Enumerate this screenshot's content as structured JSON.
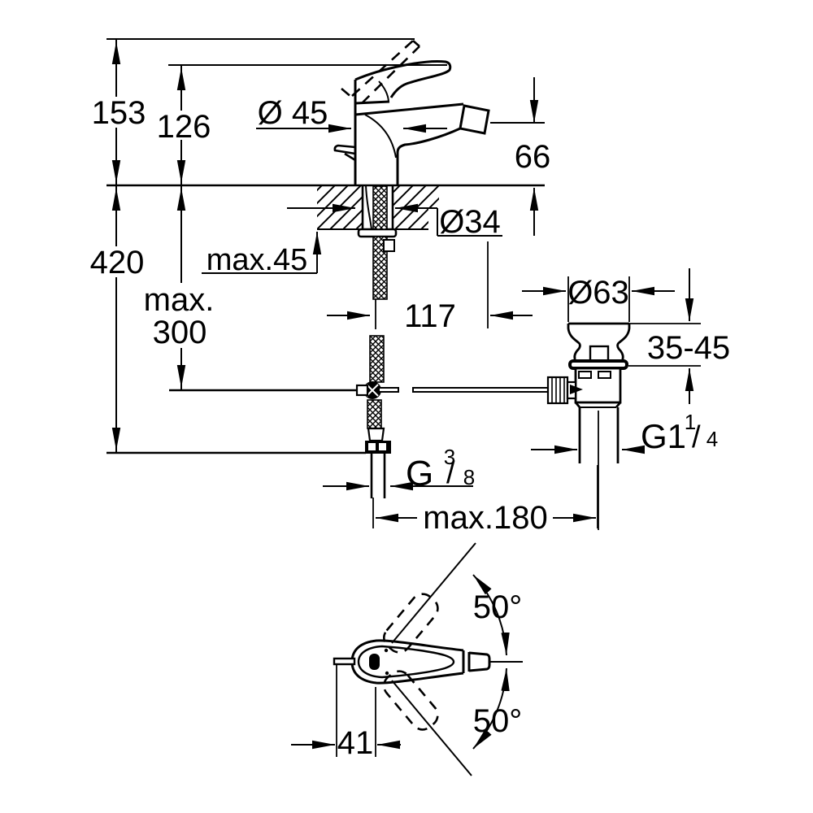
{
  "side_view": {
    "dim_total_height": "153",
    "dim_handle_height": "126",
    "dim_body_diameter": "Ø 45",
    "dim_spout_height": "66",
    "dim_hose_length": "420",
    "dim_max_deck_thickness": "max.45",
    "dim_max_hose_line1": "max.",
    "dim_max_hose_line2": "300",
    "dim_hole_diameter": "Ø34",
    "dim_spout_reach": "117",
    "dim_waste_cap_diameter": "Ø63",
    "dim_deck_range": "35-45",
    "dim_waste_thread": {
      "base": "G1",
      "numerator": "1",
      "slash": "/",
      "denominator": "4"
    },
    "dim_supply_thread": {
      "base": "G",
      "numerator": "3",
      "slash": "/",
      "denominator": "8"
    },
    "dim_max_reach": "max.180"
  },
  "top_view": {
    "dim_swivel_up": "50°",
    "dim_swivel_down": "50°",
    "dim_rod_offset": "41"
  },
  "colors": {
    "line": "#000000",
    "background": "#ffffff"
  }
}
